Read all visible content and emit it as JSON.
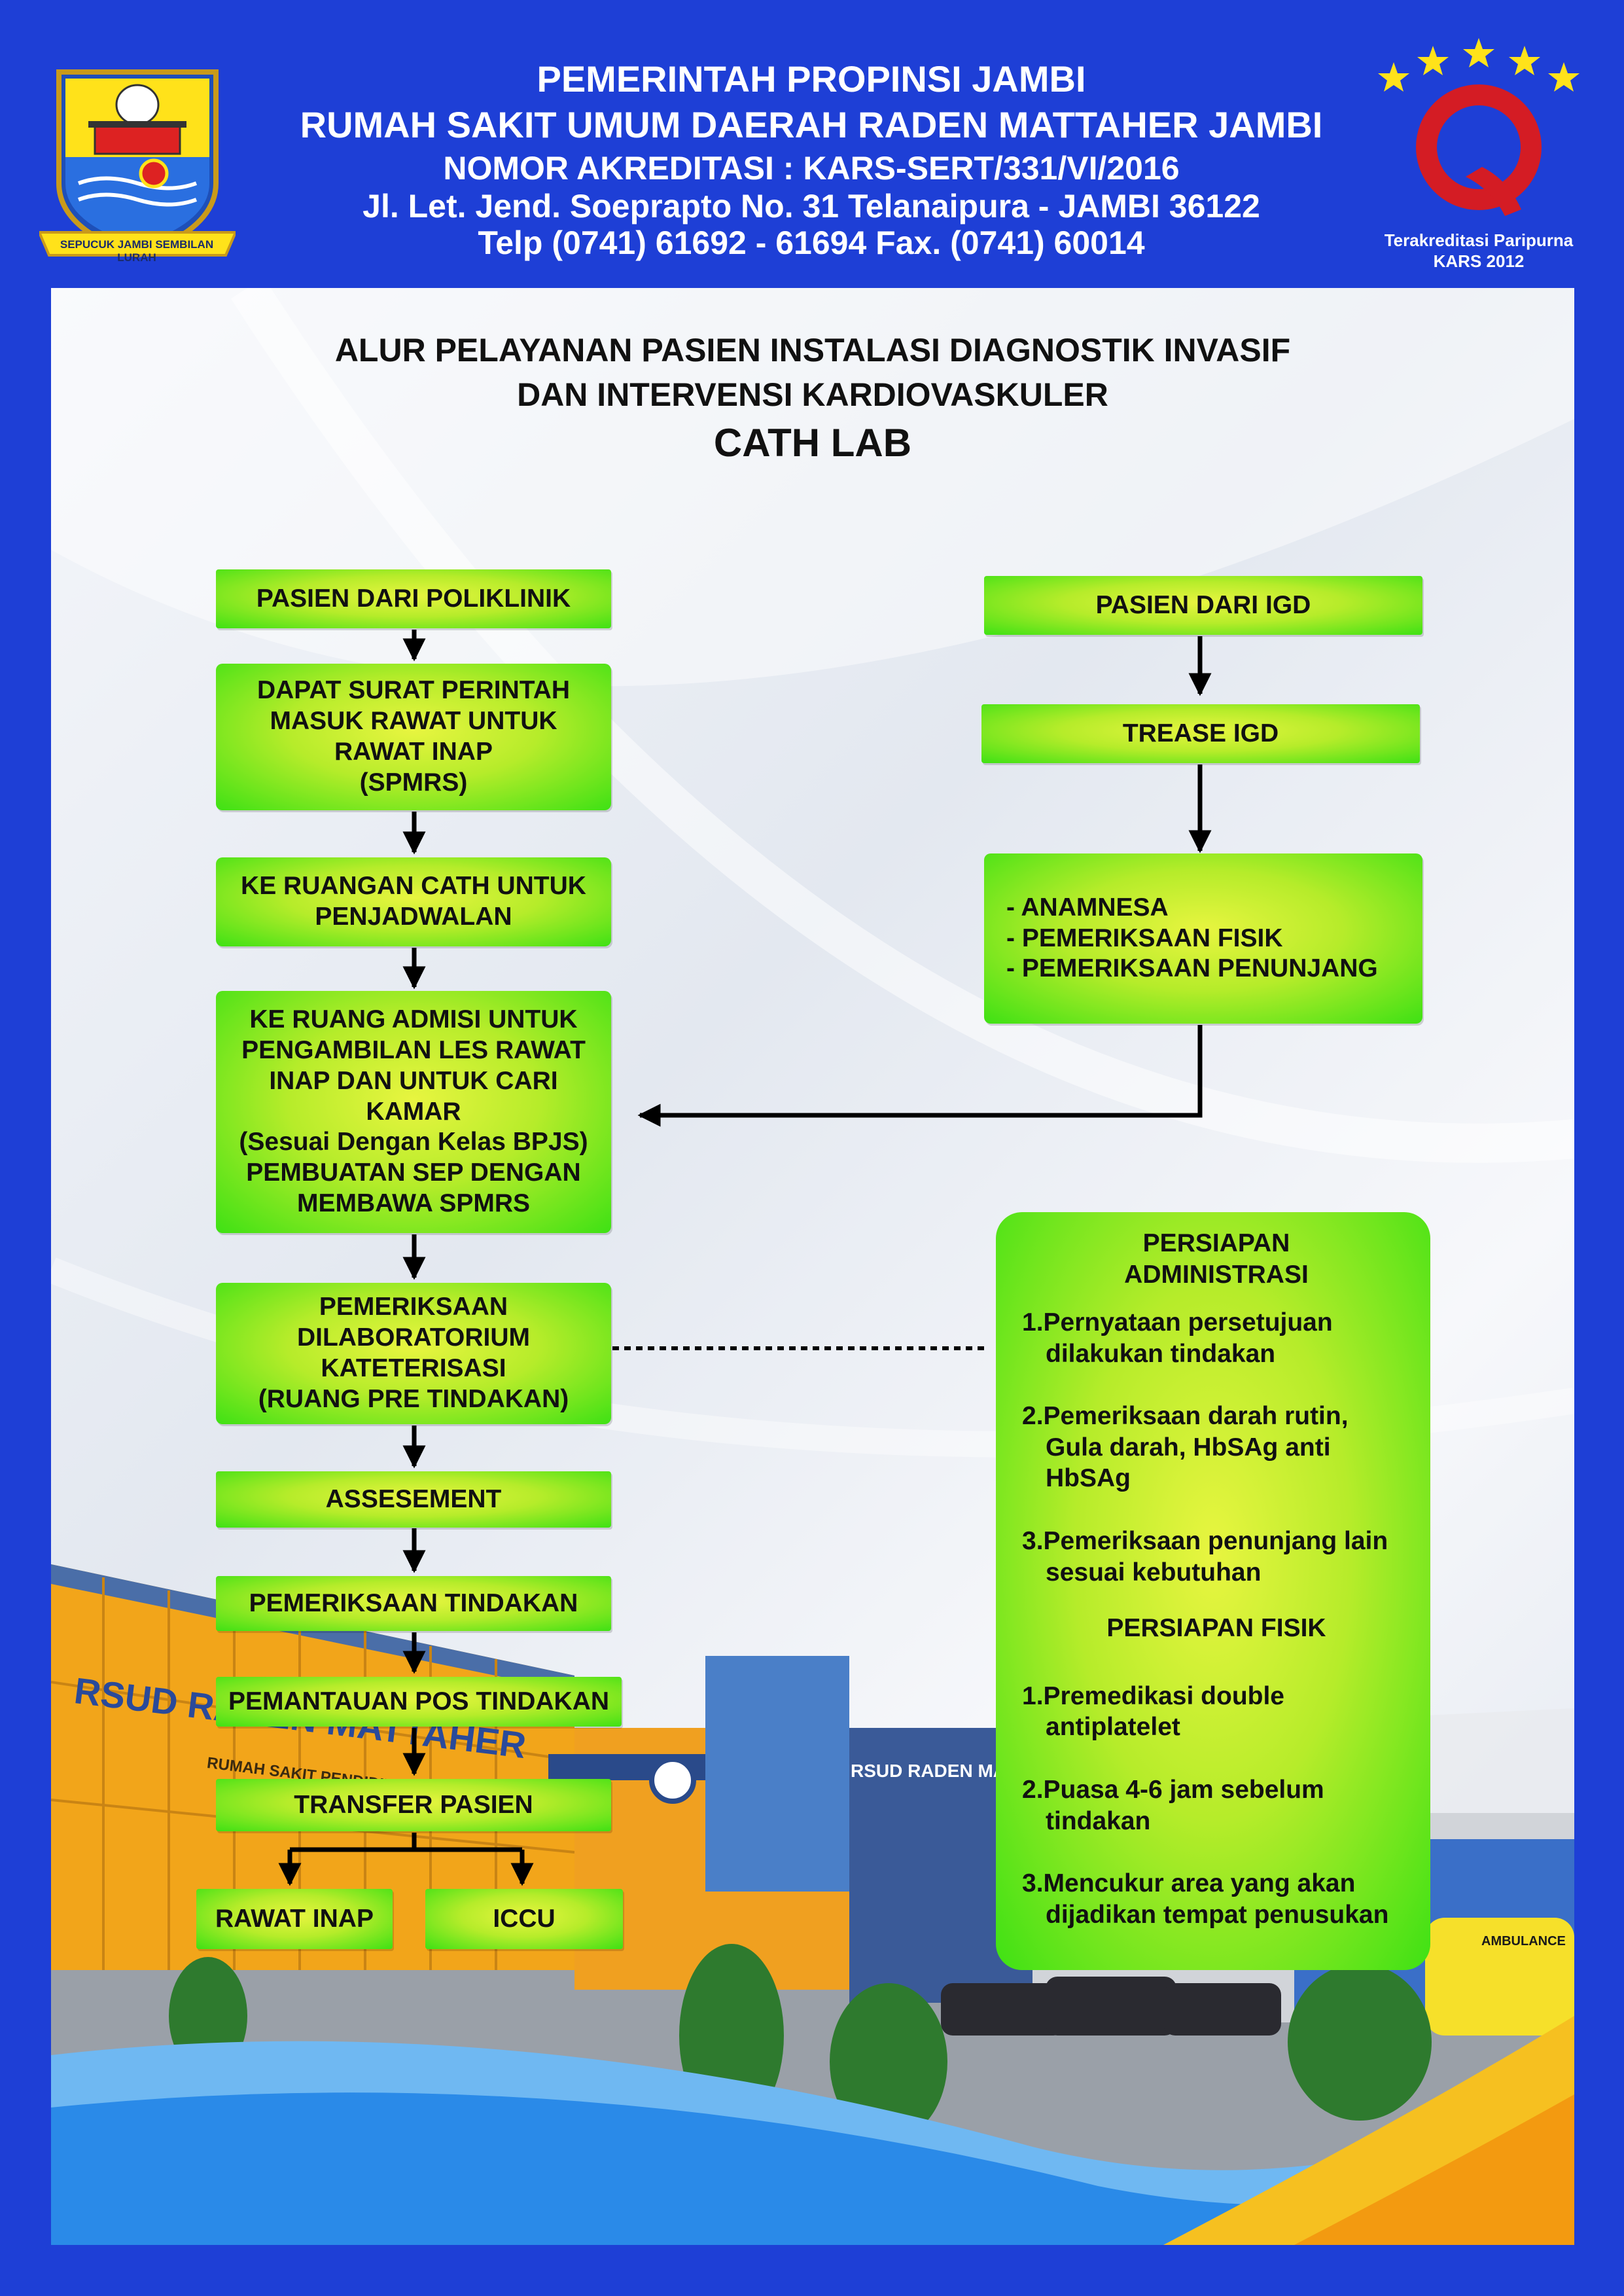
{
  "header": {
    "line1": "PEMERINTAH PROPINSI JAMBI",
    "line2": "RUMAH SAKIT UMUM DAERAH  RADEN MATTAHER JAMBI",
    "line3": "NOMOR AKREDITASI : KARS-SERT/331/VI/2016",
    "line4": "Jl. Let. Jend. Soeprapto  No. 31 Telanaipura - JAMBI 36122",
    "line5": "Telp (0741) 61692 - 61694 Fax. (0741) 60014",
    "left_logo_banner": "SEPUCUK JAMBI SEMBILAN LURAH",
    "right_logo_caption1": "Terakreditasi Paripurna",
    "right_logo_caption2": "KARS 2012"
  },
  "title": {
    "line1": "ALUR PELAYANAN PASIEN INSTALASI DIAGNOSTIK INVASIF",
    "line2": "DAN INTERVENSI KARDIOVASKULER",
    "line3": "CATH LAB"
  },
  "flow": {
    "poliklinik": "PASIEN DARI POLIKLINIK",
    "spmrs": "DAPAT SURAT PERINTAH\nMASUK RAWAT UNTUK\nRAWAT INAP\n(SPMRS)",
    "penjadwalan": "KE RUANGAN CATH UNTUK\nPENJADWALAN",
    "admisi": "KE RUANG ADMISI UNTUK\nPENGAMBILAN LES RAWAT\nINAP DAN UNTUK CARI\nKAMAR\n(Sesuai Dengan Kelas BPJS)\nPEMBUATAN SEP DENGAN\nMEMBAWA SPMRS",
    "laboratorium": "PEMERIKSAAN\nDILABORATORIUM\nKATETERISASI\n(RUANG PRE TINDAKAN)",
    "assesement": "ASSESEMENT",
    "tindakan": "PEMERIKSAAN TINDAKAN",
    "pemantauan": "PEMANTAUAN POS TINDAKAN",
    "transfer": "TRANSFER PASIEN",
    "rawat_inap": "RAWAT INAP",
    "iccu": "ICCU",
    "igd": "PASIEN DARI IGD",
    "trease": "TREASE IGD",
    "anamnesa": "- ANAMNESA\n- PEMERIKSAAN FISIK\n- PEMERIKSAAN PENUNJANG"
  },
  "persiapan": {
    "admin_title": "PERSIAPAN\nADMINISTRASI",
    "admin_items": [
      "1.Pernyataan persetujuan dilakukan tindakan",
      "2.Pemeriksaan darah rutin, Gula darah, HbSAg anti HbSAg",
      "3.Pemeriksaan penunjang lain sesuai kebutuhan"
    ],
    "fisik_title": "PERSIAPAN FISIK",
    "fisik_items": [
      "1.Premedikasi double antiplatelet",
      "2.Puasa 4-6 jam sebelum tindakan",
      "3.Mencukur area yang akan dijadikan tempat penusukan"
    ]
  },
  "photo": {
    "sign_main": "RSUD RADEN MATTAHER",
    "sign_right": "RSUD RADEN MATTAHER",
    "sign_sub": "RUMAH SAKIT PENDIDIKAN",
    "ambulance": "AMBULANCE"
  },
  "colors": {
    "frame": "#1e3fd6",
    "box_center": "#e8f540",
    "box_edge": "#3ee114",
    "building": "#f2a51a"
  }
}
